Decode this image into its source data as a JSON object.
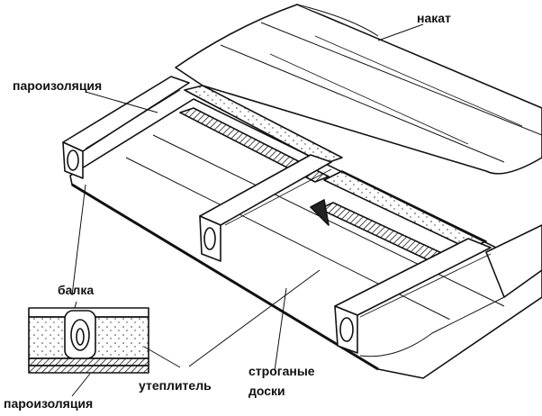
{
  "labels": {
    "roll_boards": "накат",
    "vapor_barrier_top": "пароизоляция",
    "beam": "балка",
    "vapor_barrier_bottom": "пароизоляция",
    "insulation": "утеплитель",
    "planed_boards_line1": "строганые",
    "planed_boards_line2": "доски"
  },
  "colors": {
    "ink": "#111111",
    "background": "#ffffff"
  }
}
